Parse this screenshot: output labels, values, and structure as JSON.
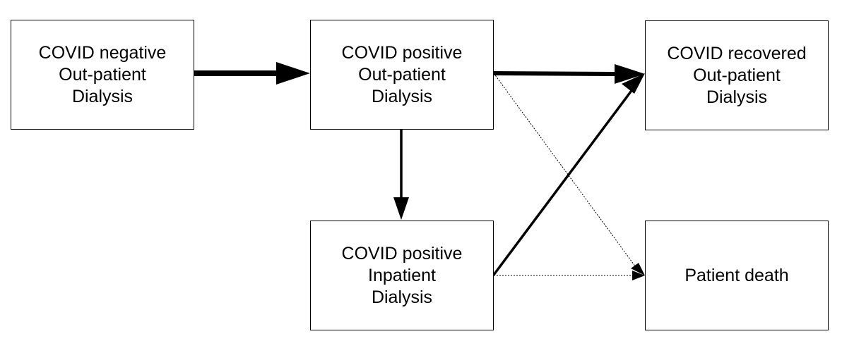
{
  "nodes": {
    "covid_negative_outpatient": {
      "lines": [
        "COVID negative",
        "Out-patient",
        "Dialysis"
      ]
    },
    "covid_positive_outpatient": {
      "lines": [
        "COVID positive",
        "Out-patient",
        "Dialysis"
      ]
    },
    "covid_recovered_outpatient": {
      "lines": [
        "COVID recovered",
        "Out-patient",
        "Dialysis"
      ]
    },
    "covid_positive_inpatient": {
      "lines": [
        "COVID positive",
        "Inpatient",
        "Dialysis"
      ]
    },
    "patient_death": {
      "lines": [
        "Patient death"
      ]
    }
  },
  "edges": [
    {
      "from": "covid_negative_outpatient",
      "to": "covid_positive_outpatient",
      "style": "thick"
    },
    {
      "from": "covid_positive_outpatient",
      "to": "covid_recovered_outpatient",
      "style": "thick"
    },
    {
      "from": "covid_positive_outpatient",
      "to": "covid_positive_inpatient",
      "style": "medium"
    },
    {
      "from": "covid_positive_inpatient",
      "to": "covid_recovered_outpatient",
      "style": "medium"
    },
    {
      "from": "covid_positive_outpatient",
      "to": "patient_death",
      "style": "dotted"
    },
    {
      "from": "covid_positive_inpatient",
      "to": "patient_death",
      "style": "dotted"
    }
  ],
  "colors": {
    "line": "#000000",
    "box_fill": "#ffffff",
    "text": "#000000"
  }
}
